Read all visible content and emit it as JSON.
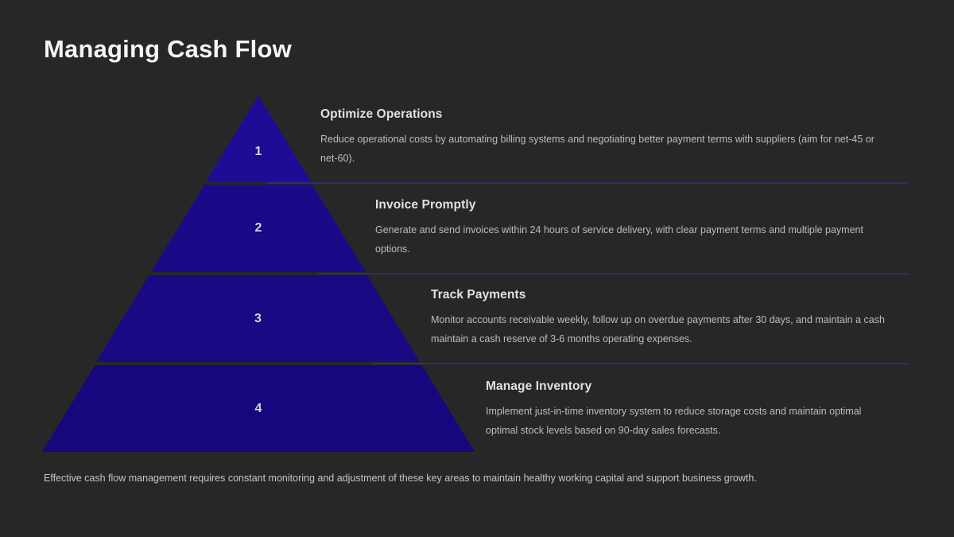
{
  "slide": {
    "title": "Managing Cash Flow",
    "footer": "Effective cash flow management requires constant monitoring and adjustment of these key areas to maintain healthy working capital and support business growth.",
    "levels": [
      {
        "number": "1",
        "title": "Optimize Operations",
        "body": "Reduce operational costs by automating billing systems and negotiating better payment terms with suppliers (aim for net-45 or\nnet-60)."
      },
      {
        "number": "2",
        "title": "Invoice Promptly",
        "body": "Generate and send invoices within 24 hours of service delivery, with clear payment terms and multiple payment\noptions."
      },
      {
        "number": "3",
        "title": "Track Payments",
        "body": "Monitor accounts receivable weekly, follow up on overdue payments after 30 days, and maintain a cash\nmaintain a cash reserve of 3-6 months operating expenses."
      },
      {
        "number": "4",
        "title": "Manage Inventory",
        "body": "Implement just-in-time inventory system to reduce storage costs and maintain optimal\noptimal stock levels based on 90-day sales forecasts."
      }
    ],
    "colors": {
      "background": "#272727",
      "pyramid_level_1": "#1e0c96",
      "pyramid_level_2": "#1a0a87",
      "pyramid_level_3": "#190983",
      "pyramid_level_4": "#16077e",
      "separator_line": "#2e2d6d",
      "title_text": "#f5f5f5",
      "body_text": "#bdbcbc"
    }
  }
}
